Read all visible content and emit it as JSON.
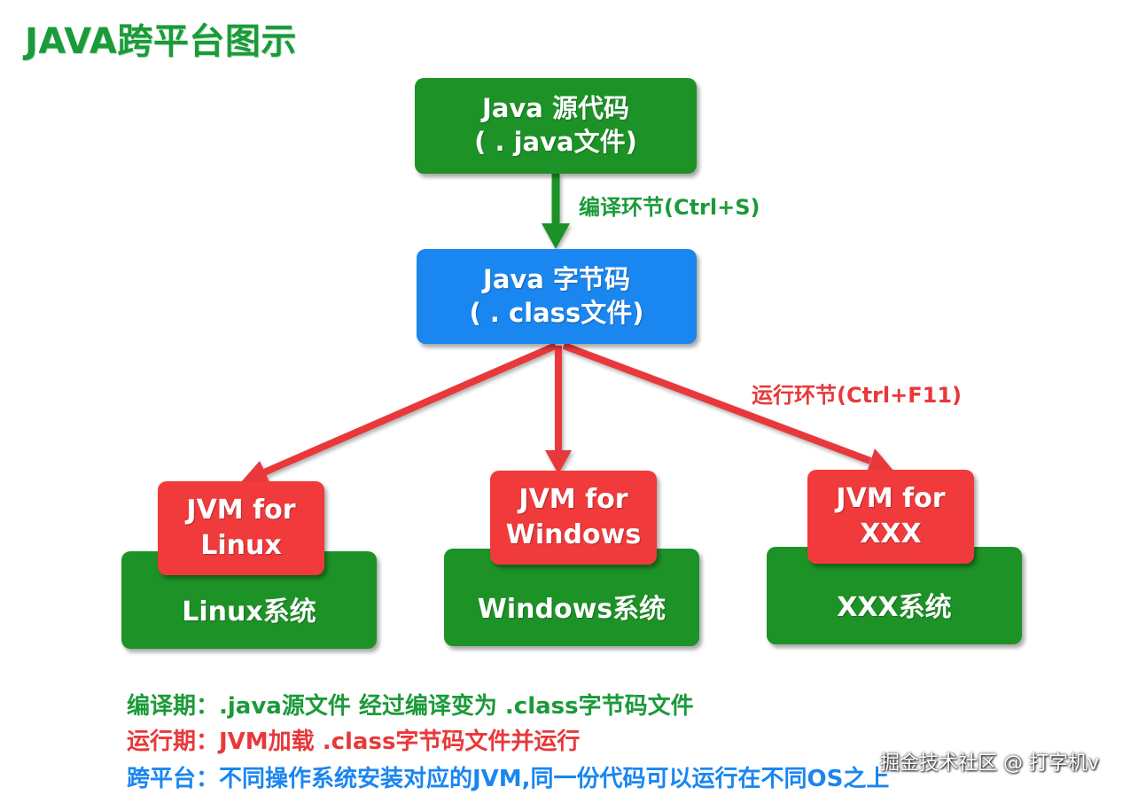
{
  "title": "JAVA跨平台图示",
  "colors": {
    "green": "#1d9227",
    "blue": "#1a86f0",
    "red": "#f03a3c"
  },
  "source": {
    "line1": "Java 源代码",
    "line2": "( . java文件)"
  },
  "compile_step": "编译环节(Ctrl+S)",
  "bytecode": {
    "line1": "Java 字节码",
    "line2": "( . class文件)"
  },
  "run_step": "运行环节(Ctrl+F11)",
  "platforms": [
    {
      "jvm_line1": "JVM for",
      "jvm_line2": "Linux",
      "os": "Linux系统"
    },
    {
      "jvm_line1": "JVM for",
      "jvm_line2": "Windows",
      "os": "Windows系统"
    },
    {
      "jvm_line1": "JVM for",
      "jvm_line2": "XXX",
      "os": "XXX系统"
    }
  ],
  "notes": [
    "编译期：.java源文件 经过编译变为 .class字节码文件",
    "运行期：JVM加载 .class字节码文件并运行",
    "跨平台：不同操作系统安装对应的JVM,同一份代码可以运行在不同OS之上"
  ],
  "watermark": "掘金技术社区 @ 打字机v"
}
